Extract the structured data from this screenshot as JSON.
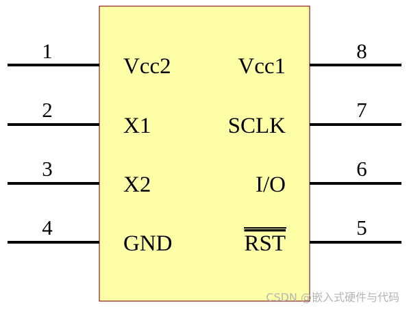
{
  "chip": {
    "body_fill": "#ffffa8",
    "body_stroke": "#8b1a1a",
    "left_pins": [
      {
        "number": "1",
        "label": "Vcc2"
      },
      {
        "number": "2",
        "label": "X1"
      },
      {
        "number": "3",
        "label": "X2"
      },
      {
        "number": "4",
        "label": "GND"
      }
    ],
    "right_pins": [
      {
        "number": "8",
        "label": "Vcc1"
      },
      {
        "number": "7",
        "label": "SCLK"
      },
      {
        "number": "6",
        "label": "I/O"
      },
      {
        "number": "5",
        "label": "RST",
        "overline": true
      }
    ]
  },
  "watermark": "CSDN @嵌入式硬件与代码"
}
